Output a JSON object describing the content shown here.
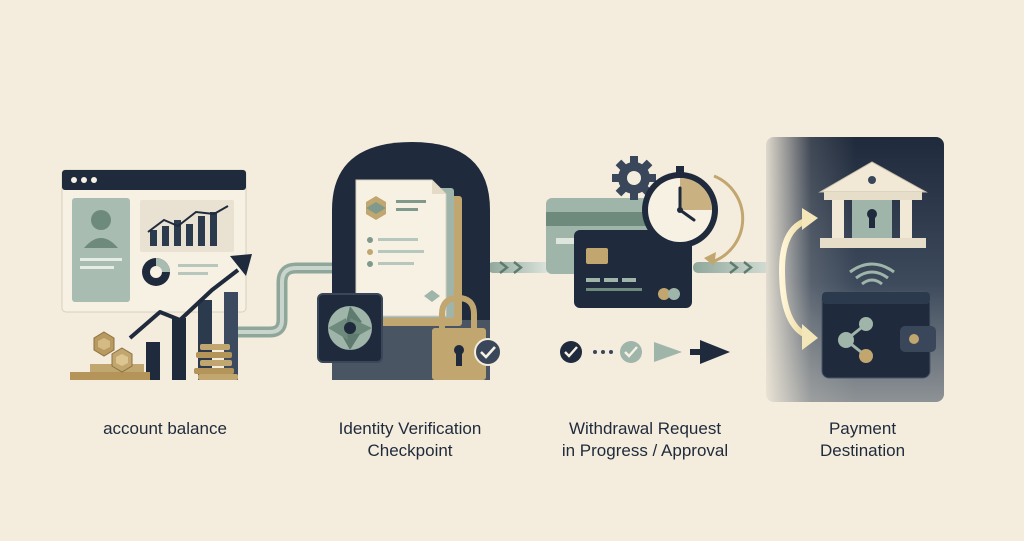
{
  "steps": [
    {
      "id": "account-balance",
      "label": "account balance"
    },
    {
      "id": "identity-verification",
      "label": "Identity Verification\nCheckpoint"
    },
    {
      "id": "withdrawal-request",
      "label": "Withdrawal Request\nin Progress / Approval"
    },
    {
      "id": "payment-destination",
      "label": "Payment\nDestination"
    }
  ],
  "colors": {
    "background": "#f4ecdc",
    "navy": "#1f2a3c",
    "sage": "#9fb5aa",
    "gold": "#c2a670",
    "cream": "#f7f1e4"
  },
  "icons": [
    "dashboard-window-icon",
    "user-avatar-icon",
    "line-chart-icon",
    "pie-chart-icon",
    "trend-arrow-icon",
    "coin-stack-icon",
    "bar-chart-icon",
    "document-icon",
    "camera-shutter-icon",
    "padlock-icon",
    "checkmark-badge-icon",
    "credit-card-icon",
    "gear-icon",
    "clock-icon",
    "progress-checks-icon",
    "bank-building-icon",
    "wallet-icon",
    "share-network-icon",
    "wireless-signal-icon"
  ]
}
